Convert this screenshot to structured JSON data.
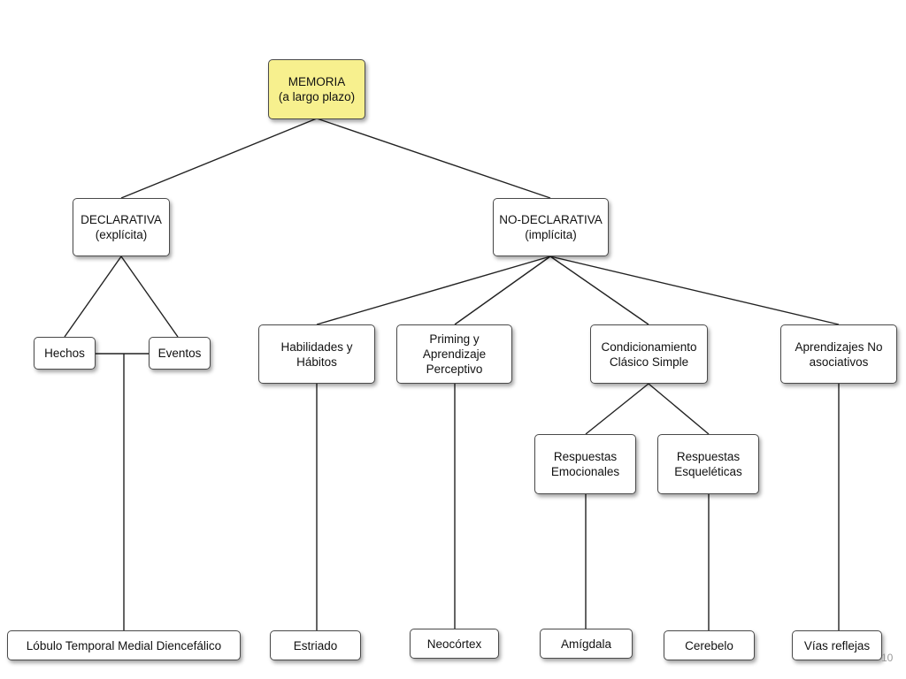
{
  "diagram": {
    "nodes": {
      "memoria": "MEMORIA\n(a largo plazo)",
      "declarativa": "DECLARATIVA\n(explícita)",
      "no_declarativa": "NO-DECLARATIVA\n(implícita)",
      "hechos": "Hechos",
      "eventos": "Eventos",
      "habilidades": "Habilidades y\nHábitos",
      "priming": "Priming y\nAprendizaje\nPerceptivo",
      "condicionamiento": "Condicionamiento\nClásico Simple",
      "no_asociativos": "Aprendizajes No\nasociativos",
      "emocionales": "Respuestas\nEmocionales",
      "esqueleticas": "Respuestas\nEsqueléticas",
      "lobulo": "Lóbulo Temporal Medial Diencefálico",
      "estriado": "Estriado",
      "neocortex": "Neocórtex",
      "amigdala": "Amígdala",
      "cerebelo": "Cerebelo",
      "vias": "Vías reflejas"
    },
    "root_color": "#f7f08e"
  },
  "page_number": "10"
}
